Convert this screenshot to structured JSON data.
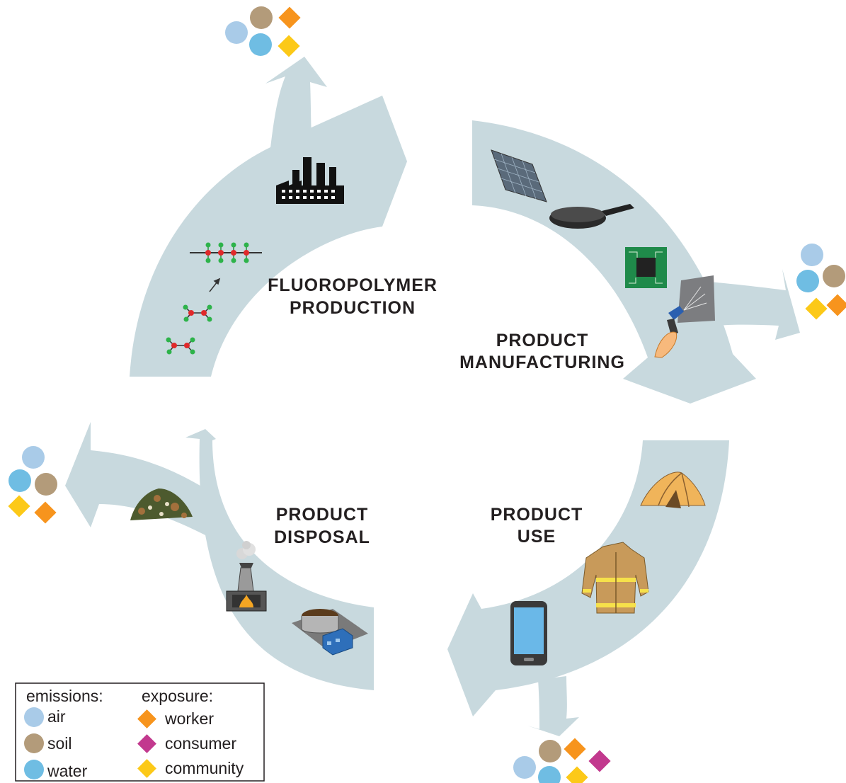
{
  "stages": {
    "production": {
      "line1": "FLUOROPOLYMER",
      "line2": "PRODUCTION"
    },
    "manufacturing": {
      "line1": "PRODUCT",
      "line2": "MANUFACTURING"
    },
    "use": {
      "line1": "PRODUCT",
      "line2": "USE"
    },
    "disposal": {
      "line1": "PRODUCT",
      "line2": "DISPOSAL"
    }
  },
  "legend": {
    "emissions_title": "emissions:",
    "exposure_title": "exposure:",
    "emissions": [
      {
        "label": "air",
        "color": "#a9cbe8"
      },
      {
        "label": "soil",
        "color": "#b39b7a"
      },
      {
        "label": "water",
        "color": "#6fbde3"
      }
    ],
    "exposure": [
      {
        "label": "worker",
        "color": "#f7941d"
      },
      {
        "label": "consumer",
        "color": "#c2398e"
      },
      {
        "label": "community",
        "color": "#fcc918"
      }
    ]
  },
  "colors": {
    "arrow": "#c8d9de",
    "air": "#a9cbe8",
    "soil": "#b39b7a",
    "water": "#6fbde3",
    "worker": "#f7941d",
    "consumer": "#c2398e",
    "community": "#fcc918"
  }
}
